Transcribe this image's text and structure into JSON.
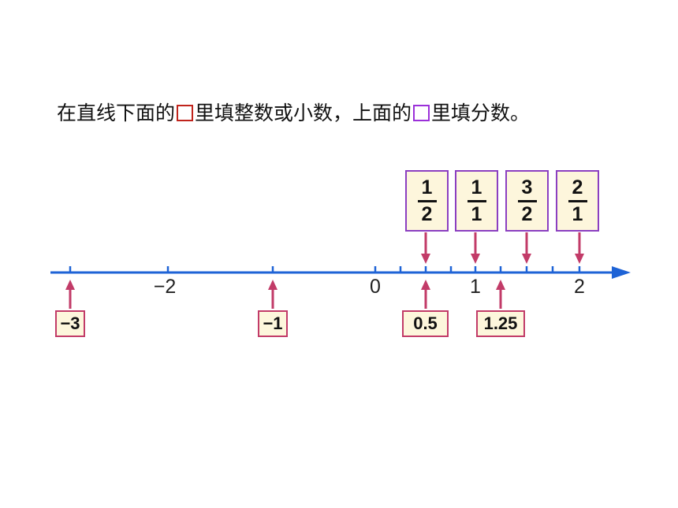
{
  "instruction": {
    "part1": "在直线下面的",
    "part2": "里填整数或小数，上面的",
    "part3": "里填分数。",
    "lower_box_color": "#c0241c",
    "upper_box_color": "#9b30d9"
  },
  "number_line": {
    "axis_color": "#1e63d6",
    "arrow_color": "#c23b68",
    "tick_labels": [
      "−2",
      "0",
      "1",
      "2"
    ],
    "fractions": [
      {
        "numerator": "1",
        "denominator": "2"
      },
      {
        "numerator": "1",
        "denominator": "1"
      },
      {
        "numerator": "3",
        "denominator": "2"
      },
      {
        "numerator": "2",
        "denominator": "1"
      }
    ],
    "answers": [
      "−3",
      "−1",
      "0.5",
      "1.25"
    ]
  }
}
